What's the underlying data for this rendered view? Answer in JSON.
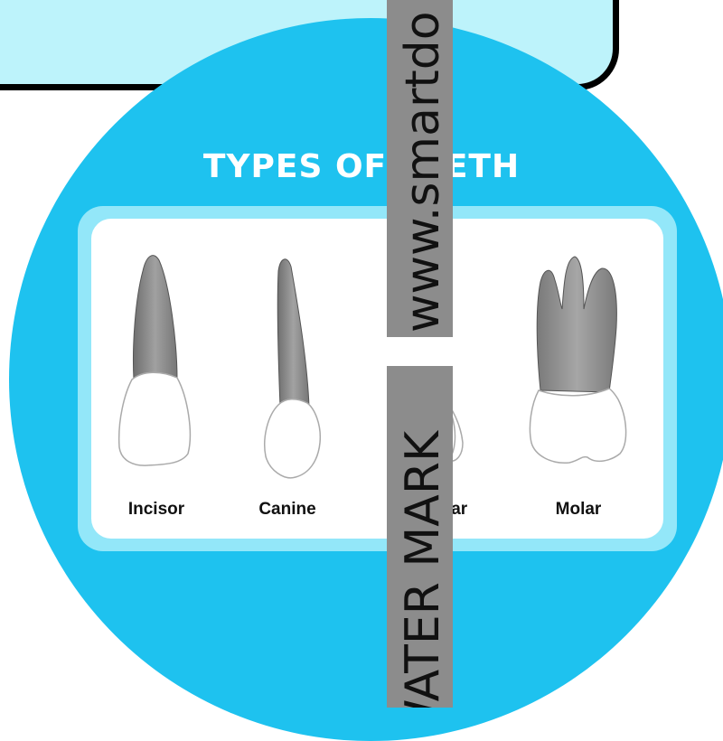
{
  "title": "TYPES OF TEETH",
  "teeth": [
    {
      "name": "Incisor",
      "icon": "incisor-icon"
    },
    {
      "name": "Canine",
      "icon": "canine-icon"
    },
    {
      "name": "Premolar",
      "icon": "premolar-icon"
    },
    {
      "name": "Molar",
      "icon": "molar-icon"
    }
  ],
  "watermark": {
    "top_text": "www.smartdo",
    "bottom_text": "WATER MARK"
  },
  "colors": {
    "circle": "#1ec2ef",
    "top_card": "#bdf3fb",
    "panel_border": "#93e7f9",
    "tooth_root": "#8e8e8e",
    "crown": "#ffffff"
  }
}
